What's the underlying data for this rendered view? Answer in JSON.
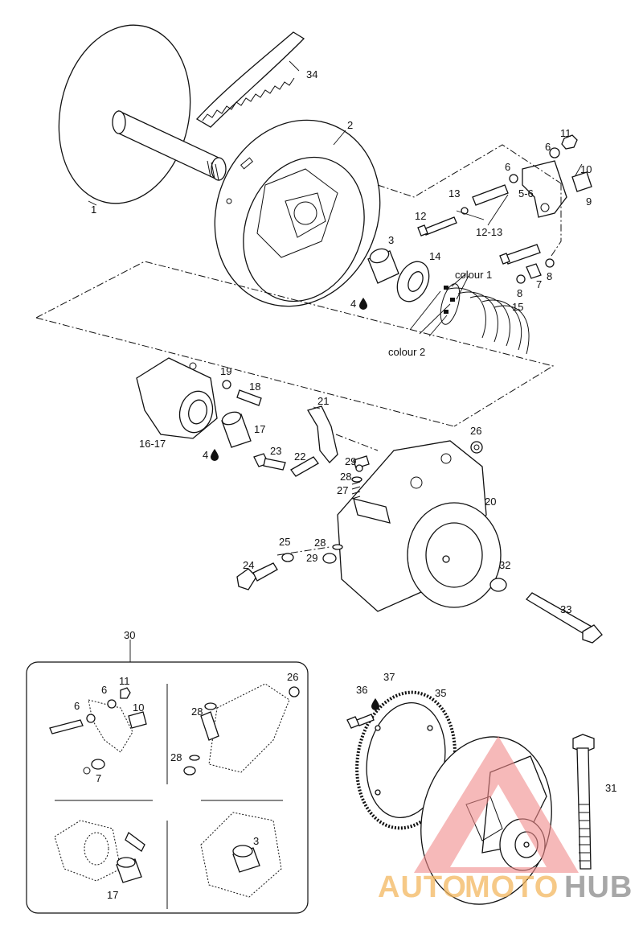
{
  "parts": [
    {
      "id": "p1",
      "text": "1"
    },
    {
      "id": "p2",
      "text": "2"
    },
    {
      "id": "p3",
      "text": "3"
    },
    {
      "id": "p4",
      "text": "4"
    },
    {
      "id": "p5_6",
      "text": "5-6"
    },
    {
      "id": "p6a",
      "text": "6"
    },
    {
      "id": "p6b",
      "text": "6"
    },
    {
      "id": "p7",
      "text": "7"
    },
    {
      "id": "p8a",
      "text": "8"
    },
    {
      "id": "p8b",
      "text": "8"
    },
    {
      "id": "p9",
      "text": "9"
    },
    {
      "id": "p10",
      "text": "10"
    },
    {
      "id": "p11",
      "text": "11"
    },
    {
      "id": "p12",
      "text": "12"
    },
    {
      "id": "p12_13",
      "text": "12-13"
    },
    {
      "id": "p13",
      "text": "13"
    },
    {
      "id": "p14",
      "text": "14"
    },
    {
      "id": "p15",
      "text": "15"
    },
    {
      "id": "p16_17",
      "text": "16-17"
    },
    {
      "id": "p17",
      "text": "17"
    },
    {
      "id": "p18",
      "text": "18"
    },
    {
      "id": "p19",
      "text": "19"
    },
    {
      "id": "p20",
      "text": "20"
    },
    {
      "id": "p21",
      "text": "21"
    },
    {
      "id": "p22",
      "text": "22"
    },
    {
      "id": "p23",
      "text": "23"
    },
    {
      "id": "p4b",
      "text": "4"
    },
    {
      "id": "p24",
      "text": "24"
    },
    {
      "id": "p25",
      "text": "25"
    },
    {
      "id": "p26",
      "text": "26"
    },
    {
      "id": "p27",
      "text": "27"
    },
    {
      "id": "p28a",
      "text": "28"
    },
    {
      "id": "p28b",
      "text": "28"
    },
    {
      "id": "p29a",
      "text": "29"
    },
    {
      "id": "p29b",
      "text": "29"
    },
    {
      "id": "p30",
      "text": "30"
    },
    {
      "id": "p31",
      "text": "31"
    },
    {
      "id": "p32",
      "text": "32"
    },
    {
      "id": "p33",
      "text": "33"
    },
    {
      "id": "p34",
      "text": "34"
    },
    {
      "id": "p35",
      "text": "35"
    },
    {
      "id": "p36",
      "text": "36"
    },
    {
      "id": "p37",
      "text": "37"
    },
    {
      "id": "k11",
      "text": "11"
    },
    {
      "id": "k6a",
      "text": "6"
    },
    {
      "id": "k6b",
      "text": "6"
    },
    {
      "id": "k10",
      "text": "10"
    },
    {
      "id": "k7",
      "text": "7"
    },
    {
      "id": "k26",
      "text": "26"
    },
    {
      "id": "k28a",
      "text": "28"
    },
    {
      "id": "k28b",
      "text": "28"
    },
    {
      "id": "k3",
      "text": "3"
    },
    {
      "id": "k17",
      "text": "17"
    }
  ],
  "callouts": {
    "colour1": "colour 1",
    "colour2": "colour 2"
  },
  "watermark": {
    "auto": "AUTO",
    "moto": "MOTO",
    "hub": "HUB",
    "colors": {
      "auto": "#f4b860",
      "moto": "#f4b860",
      "hub": "#8a8a8a",
      "triangle": "#f08a8a"
    }
  },
  "colors": {
    "ink": "#111111",
    "background": "#ffffff"
  },
  "icons": [
    "oil-drop-icon"
  ]
}
